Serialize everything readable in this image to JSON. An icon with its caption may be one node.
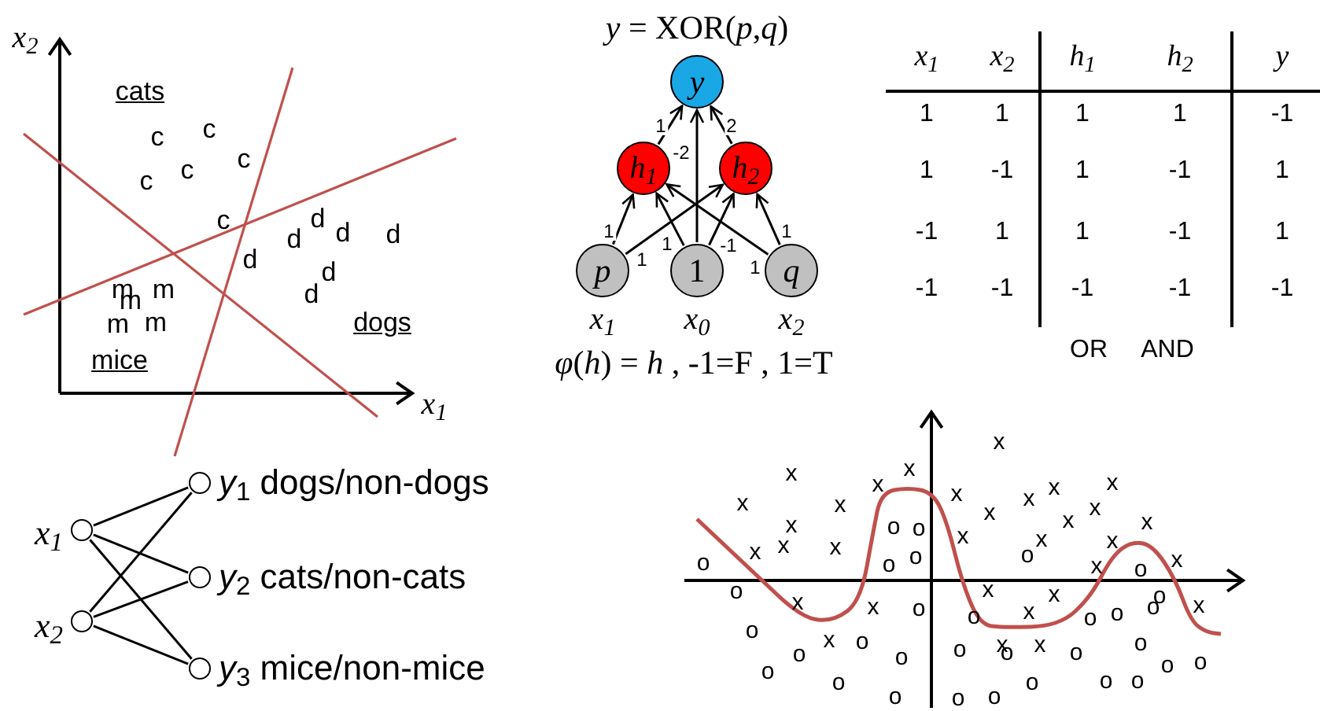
{
  "diagram": {
    "nodes": [
      {
        "text": [
          "y"
        ]
      },
      {
        "text": [
          "h$_{1}$"
        ]
      },
      {
        "text": [
          "h$_{2}$"
        ]
      },
      {
        "text": [
          "p"
        ],
        "beside": [
          "x$_{1}$"
        ]
      },
      {
        "text": [
          "1"
        ],
        "beside": [
          "x$_{0}$"
        ]
      },
      {
        "text": [
          "q"
        ],
        "beside": [
          "x$_{2}$"
        ]
      },
      {
        "text": [],
        "shape": "circle",
        "beside": [
          "x$_{1}$"
        ]
      },
      {
        "text": [],
        "shape": "circle",
        "beside": [
          "x$_{2}$"
        ]
      },
      {
        "text": [],
        "shape": "circle",
        "beside": [
          "*y*$_{1}$ dogs/non-dogs"
        ]
      },
      {
        "text": [],
        "shape": "circle",
        "beside": [
          "*y*$_{2}$ cats/non-cats"
        ]
      },
      {
        "text": [],
        "shape": "circle",
        "beside": [
          "*y*$_{3}$ mice/non-mice"
        ]
      }
    ],
    "edges": [
      {
        "from": 1,
        "to": 0,
        "arrow": "to",
        "label": "1"
      },
      {
        "from": 4,
        "to": 0,
        "arrow": "to",
        "label": "-2"
      },
      {
        "from": 2,
        "to": 0,
        "arrow": "to",
        "label": "2"
      },
      {
        "from": 3,
        "to": 1,
        "arrow": "to",
        "label": "1"
      },
      {
        "from": 3,
        "to": 2,
        "arrow": "to",
        "label": "1"
      },
      {
        "from": 4,
        "to": 1,
        "arrow": "to",
        "label": "1"
      },
      {
        "from": 4,
        "to": 2,
        "arrow": "to",
        "label": "-1"
      },
      {
        "from": 5,
        "to": 1,
        "arrow": "to",
        "label": "1"
      },
      {
        "from": 5,
        "to": 2,
        "arrow": "to",
        "label": "1"
      },
      {
        "from": 6,
        "to": 8,
        "arrow": "none"
      },
      {
        "from": 6,
        "to": 9,
        "arrow": "none"
      },
      {
        "from": 6,
        "to": 10,
        "arrow": "none"
      },
      {
        "from": 7,
        "to": 8,
        "arrow": "none"
      },
      {
        "from": 7,
        "to": 9,
        "arrow": "none"
      },
      {
        "from": 7,
        "to": 10,
        "arrow": "none"
      }
    ],
    "labels": [
      "x$_{2}$",
      "cats",
      "c",
      "c",
      "c",
      "c",
      "c",
      "c",
      "d",
      "d",
      "d",
      "d",
      "d",
      "d",
      "d",
      "m",
      "m",
      "m",
      "m",
      "m",
      "dogs",
      "mice",
      "x$_{1}$",
      "*y* = XOR(*p*,*q*)",
      "*φ*(*h*) = *h* , -1=F , 1=T",
      "x$_{1}$",
      "x$_{2}$",
      "h$_{1}$",
      "h$_{2}$",
      "y",
      "1",
      "1",
      "1",
      "1",
      "-1",
      "1",
      "-1",
      "1",
      "-1",
      "1",
      "-1",
      "1",
      "1",
      "-1",
      "1",
      "-1",
      "-1",
      "-1",
      "-1",
      "-1",
      "OR",
      "AND",
      "x",
      "x",
      "x",
      "x",
      "x",
      "x",
      "x",
      "x",
      "x",
      "x",
      "x",
      "x",
      "x",
      "o",
      "o",
      "x",
      "x",
      "x",
      "x",
      "x",
      "x",
      "x",
      "x",
      "o",
      "o",
      "o",
      "o",
      "x",
      "o",
      "x",
      "o",
      "x",
      "x",
      "o",
      "x",
      "x",
      "o",
      "o",
      "x",
      "o",
      "o",
      "o",
      "x",
      "o",
      "x",
      "o",
      "x",
      "x",
      "o",
      "o",
      "o",
      "o",
      "o",
      "o",
      "o",
      "o",
      "o",
      "o",
      "o",
      "o",
      "o",
      "o",
      "o",
      "o"
    ]
  }
}
